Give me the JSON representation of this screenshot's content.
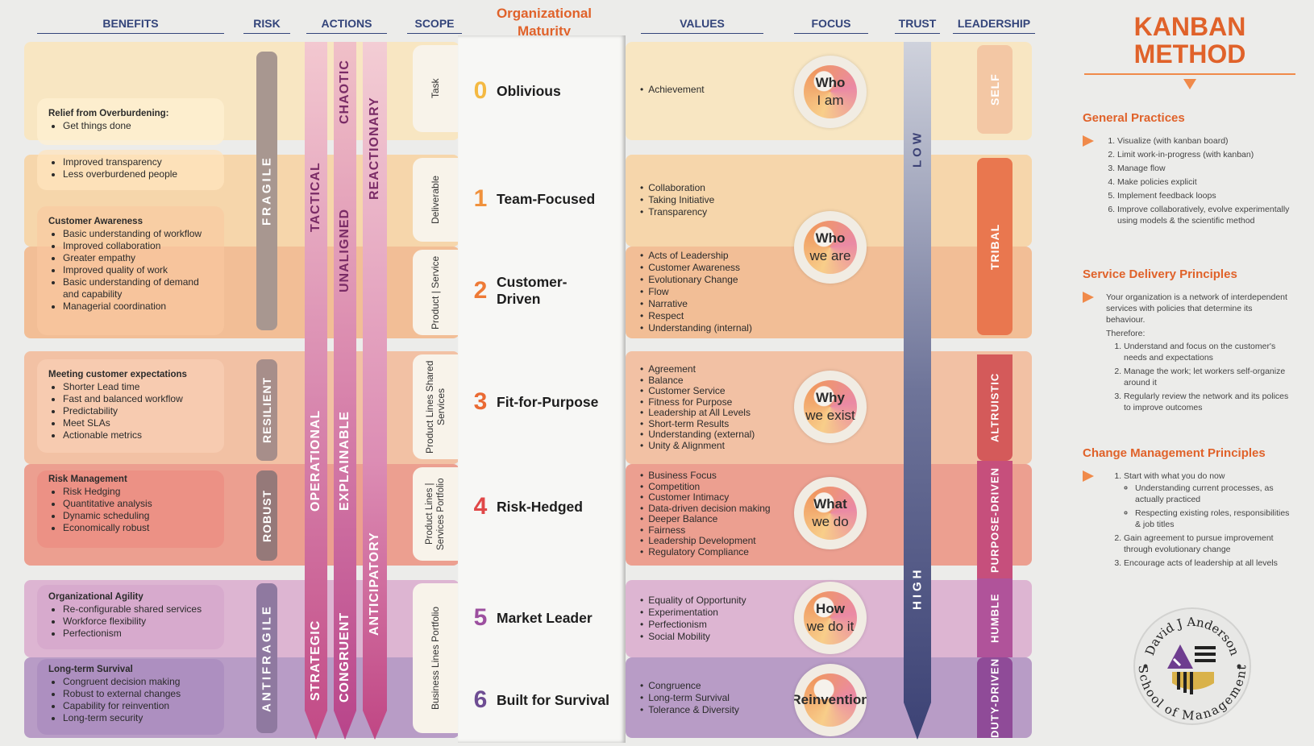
{
  "headers": {
    "benefits": "BENEFITS",
    "risk": "RISK",
    "actions": "ACTIONS",
    "scope": "SCOPE",
    "org_maturity": "Organizational Maturity",
    "values": "VALUES",
    "focus": "FOCUS",
    "trust": "TRUST",
    "leadership": "LEADERSHIP"
  },
  "benefits": [
    {
      "title": "Relief from Overburdening:",
      "items": [
        "Get things done"
      ]
    },
    {
      "title": "",
      "items": [
        "Improved transparency",
        "Less overburdened people"
      ]
    },
    {
      "title": "Customer Awareness",
      "items": [
        "Basic understanding of workflow",
        "Improved collaboration",
        "Greater empathy",
        "Improved quality of work",
        "Basic understanding of demand and capability",
        "Managerial coordination"
      ]
    },
    {
      "title": "Meeting customer expectations",
      "items": [
        "Shorter Lead time",
        "Fast and balanced workflow",
        "Predictability",
        "Meet SLAs",
        "Actionable metrics"
      ]
    },
    {
      "title": "Risk Management",
      "items": [
        "Risk Hedging",
        "Quantitative analysis",
        "Dynamic scheduling",
        "Economically robust"
      ]
    },
    {
      "title": "Organizational Agility",
      "items": [
        "Re-configurable shared services",
        "Workforce flexibility",
        "Perfectionism"
      ]
    },
    {
      "title": "Long-term Survival",
      "items": [
        "Congruent decision making",
        "Robust to external changes",
        "Capability for reinvention",
        "Long-term security"
      ]
    }
  ],
  "risk": [
    "FRAGILE",
    "RESILIENT",
    "ROBUST",
    "ANTIFRAGILE"
  ],
  "actions": {
    "col1": [
      "TACTICAL",
      "OPERATIONAL",
      "STRATEGIC"
    ],
    "col2": [
      "CHAOTIC",
      "UNALIGNED",
      "EXPLAINABLE",
      "CONGRUENT"
    ],
    "col3": [
      "REACTIONARY",
      "ANTICIPATORY"
    ]
  },
  "scope": [
    "Task",
    "Deliverable",
    "Product | Service",
    "Product Lines Shared Services",
    "Product Lines | Services Portfolio",
    "Business Lines Portfolio"
  ],
  "levels": [
    {
      "num": "0",
      "name": "Oblivious",
      "color": "#f4b942"
    },
    {
      "num": "1",
      "name": "Team-Focused",
      "color": "#f0913c"
    },
    {
      "num": "2",
      "name": "Customer-Driven",
      "color": "#ee7a36"
    },
    {
      "num": "3",
      "name": "Fit-for-Purpose",
      "color": "#ea6a33"
    },
    {
      "num": "4",
      "name": "Risk-Hedged",
      "color": "#e04848"
    },
    {
      "num": "5",
      "name": "Market Leader",
      "color": "#9c4f9f"
    },
    {
      "num": "6",
      "name": "Built for Survival",
      "color": "#6e4d93"
    }
  ],
  "values": [
    [
      "Achievement"
    ],
    [
      "Collaboration",
      "Taking Initiative",
      "Transparency"
    ],
    [
      "Acts of Leadership",
      "Customer Awareness",
      "Evolutionary Change",
      "Flow",
      "Narrative",
      "Respect",
      "Understanding (internal)"
    ],
    [
      "Agreement",
      "Balance",
      "Customer Service",
      "Fitness for Purpose",
      "Leadership at All Levels",
      "Short-term Results",
      "Understanding (external)",
      "Unity & Alignment"
    ],
    [
      "Business Focus",
      "Competition",
      "Customer Intimacy",
      "Data-driven decision making",
      "Deeper Balance",
      "Fairness",
      "Leadership Development",
      "Regulatory Compliance"
    ],
    [
      "Equality of Opportunity",
      "Experimentation",
      "Perfectionism",
      "Social Mobility"
    ],
    [
      "Congruence",
      "Long-term Survival",
      "Tolerance & Diversity"
    ]
  ],
  "focus": [
    {
      "a": "Who",
      "b": "I am"
    },
    {
      "a": "Who",
      "b": "we are"
    },
    {
      "a": "Why",
      "b": "we exist"
    },
    {
      "a": "What",
      "b": "we do"
    },
    {
      "a": "How",
      "b": "we do it"
    },
    {
      "a": "Reinvention",
      "b": ""
    }
  ],
  "trust": {
    "low": "LOW",
    "high": "HIGH"
  },
  "leadership": [
    "SELF",
    "TRIBAL",
    "ALTRUISTIC",
    "PURPOSE-DRIVEN",
    "HUMBLE",
    "DUTY-DRIVEN"
  ],
  "right": {
    "title_line1": "KANBAN",
    "title_line2": "METHOD",
    "general_practices": {
      "title": "General Practices",
      "items": [
        "Visualize (with kanban board)",
        "Limit work-in-progress (with kanban)",
        "Manage flow",
        "Make policies explicit",
        "Implement feedback loops",
        "Improve collaboratively, evolve experimentally using models & the scientific method"
      ]
    },
    "service_delivery": {
      "title": "Service Delivery Principles",
      "intro": "Your organization is a network of interdependent services with policies that determine its behaviour.",
      "therefore": "Therefore:",
      "items": [
        "Understand and focus on the customer's needs and expectations",
        "Manage the work; let workers self-organize around it",
        "Regularly review the network and its polices to improve outcomes"
      ]
    },
    "change_mgmt": {
      "title": "Change Management Principles",
      "item1": "Start with what you do now",
      "sub": [
        "Understanding current processes, as actually practiced",
        "Respecting existing roles, responsibilities & job titles"
      ],
      "item2": "Gain agreement to pursue improvement through evolutionary change",
      "item3": "Encourage acts of leadership at all levels"
    },
    "logo_top": "David J Anderson",
    "logo_bottom": "School of Management"
  }
}
